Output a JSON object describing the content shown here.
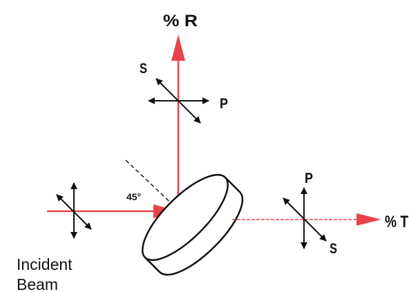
{
  "labels": {
    "reflected": "% R",
    "transmitted": "% T",
    "angle": "45°",
    "s_reflected": "S",
    "p_reflected": "P",
    "p_transmitted": "P",
    "s_transmitted": "S",
    "incident_line1": "Incident",
    "incident_line2": "Beam"
  },
  "colors": {
    "beam": "#e8434b",
    "ink": "#111111",
    "disk_fill": "#ffffff"
  }
}
